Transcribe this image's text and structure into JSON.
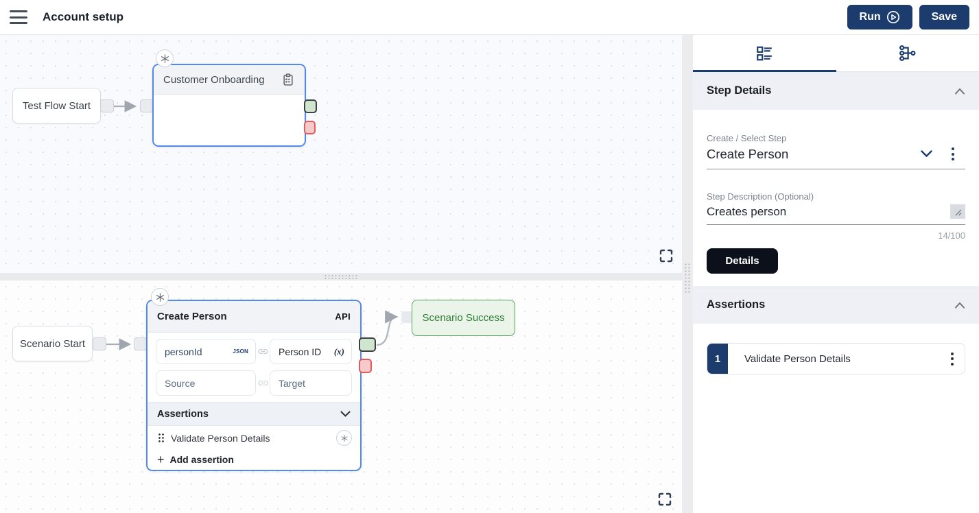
{
  "header": {
    "title": "Account setup",
    "run_label": "Run",
    "save_label": "Save"
  },
  "canvas_top": {
    "start_node_label": "Test Flow Start",
    "step_node": {
      "title": "Customer Onboarding"
    }
  },
  "canvas_bottom": {
    "start_node_label": "Scenario Start",
    "step_node": {
      "title": "Create Person",
      "badge": "API",
      "mappings": [
        {
          "source": "personId",
          "source_tag": "JSON",
          "target": "Person ID",
          "target_tag": "(x)"
        },
        {
          "source": "Source",
          "target": "Target"
        }
      ],
      "assertions_label": "Assertions",
      "assertions": [
        {
          "label": "Validate Person Details"
        }
      ],
      "add_assertion_label": "Add assertion",
      "plus_glyph": "+"
    },
    "success_node_label": "Scenario Success"
  },
  "sidebar": {
    "tabs": [
      {
        "name": "step-details-tab",
        "icon": "list-details-icon",
        "active": true
      },
      {
        "name": "flow-tab",
        "icon": "flow-tree-icon",
        "active": false
      }
    ],
    "step_details": {
      "title": "Step Details",
      "step_select": {
        "label": "Create / Select Step",
        "value": "Create Person"
      },
      "description": {
        "label": "Step Description (Optional)",
        "value": "Creates person",
        "counter": "14/100"
      },
      "details_button": "Details"
    },
    "assertions": {
      "title": "Assertions",
      "items": [
        {
          "index": "1",
          "label": "Validate Person Details"
        }
      ]
    }
  },
  "icons": {
    "named": [
      "hamburger-icon",
      "play-circle-icon",
      "clipboard-icon",
      "asterisk-icon",
      "link-icon",
      "chevron-down-icon",
      "chevron-up-icon",
      "kebab-icon",
      "drag-handle-icon",
      "list-details-icon",
      "flow-tree-icon",
      "expand-icon",
      "resize-handle-icon"
    ]
  },
  "colors": {
    "accent_navy": "#1d3c6e",
    "node_border_blue": "#5389ec",
    "success_green": "#57a05c",
    "success_bg": "#eaf4e8",
    "error_red": "#e15c5c",
    "details_button_black": "#0b101b",
    "band_gray": "#eef0f5"
  }
}
